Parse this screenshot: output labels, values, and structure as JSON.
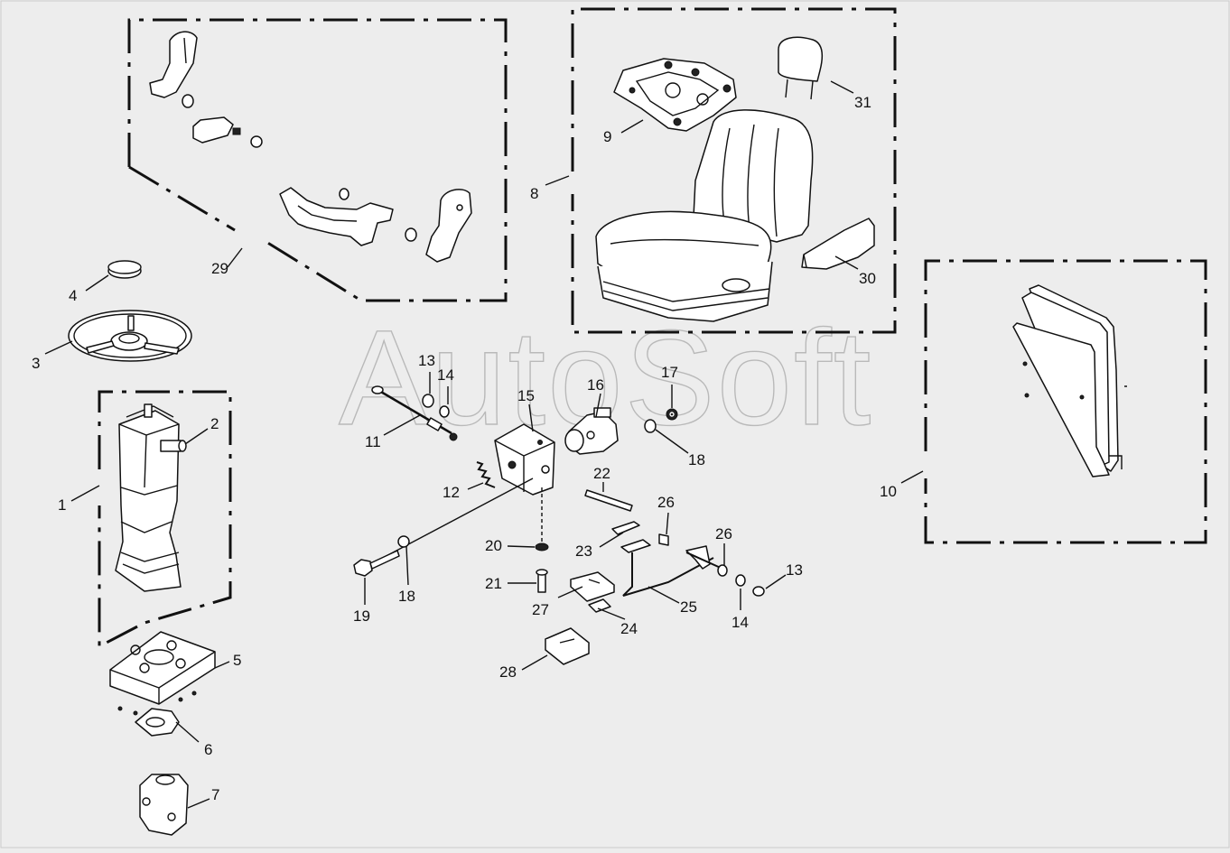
{
  "watermark": "AutoSoft",
  "labels": {
    "l1": "1",
    "l2": "2",
    "l3": "3",
    "l4": "4",
    "l5": "5",
    "l6": "6",
    "l7": "7",
    "l8": "8",
    "l9": "9",
    "l10": "10",
    "l11": "11",
    "l12": "12",
    "l13a": "13",
    "l13b": "13",
    "l14a": "14",
    "l14b": "14",
    "l15": "15",
    "l16": "16",
    "l17": "17",
    "l18a": "18",
    "l18b": "18",
    "l19": "19",
    "l20": "20",
    "l21": "21",
    "l22": "22",
    "l23": "23",
    "l24": "24",
    "l25": "25",
    "l26a": "26",
    "l26b": "26",
    "l27": "27",
    "l28": "28",
    "l29": "29",
    "l30": "30",
    "l31": "31"
  }
}
